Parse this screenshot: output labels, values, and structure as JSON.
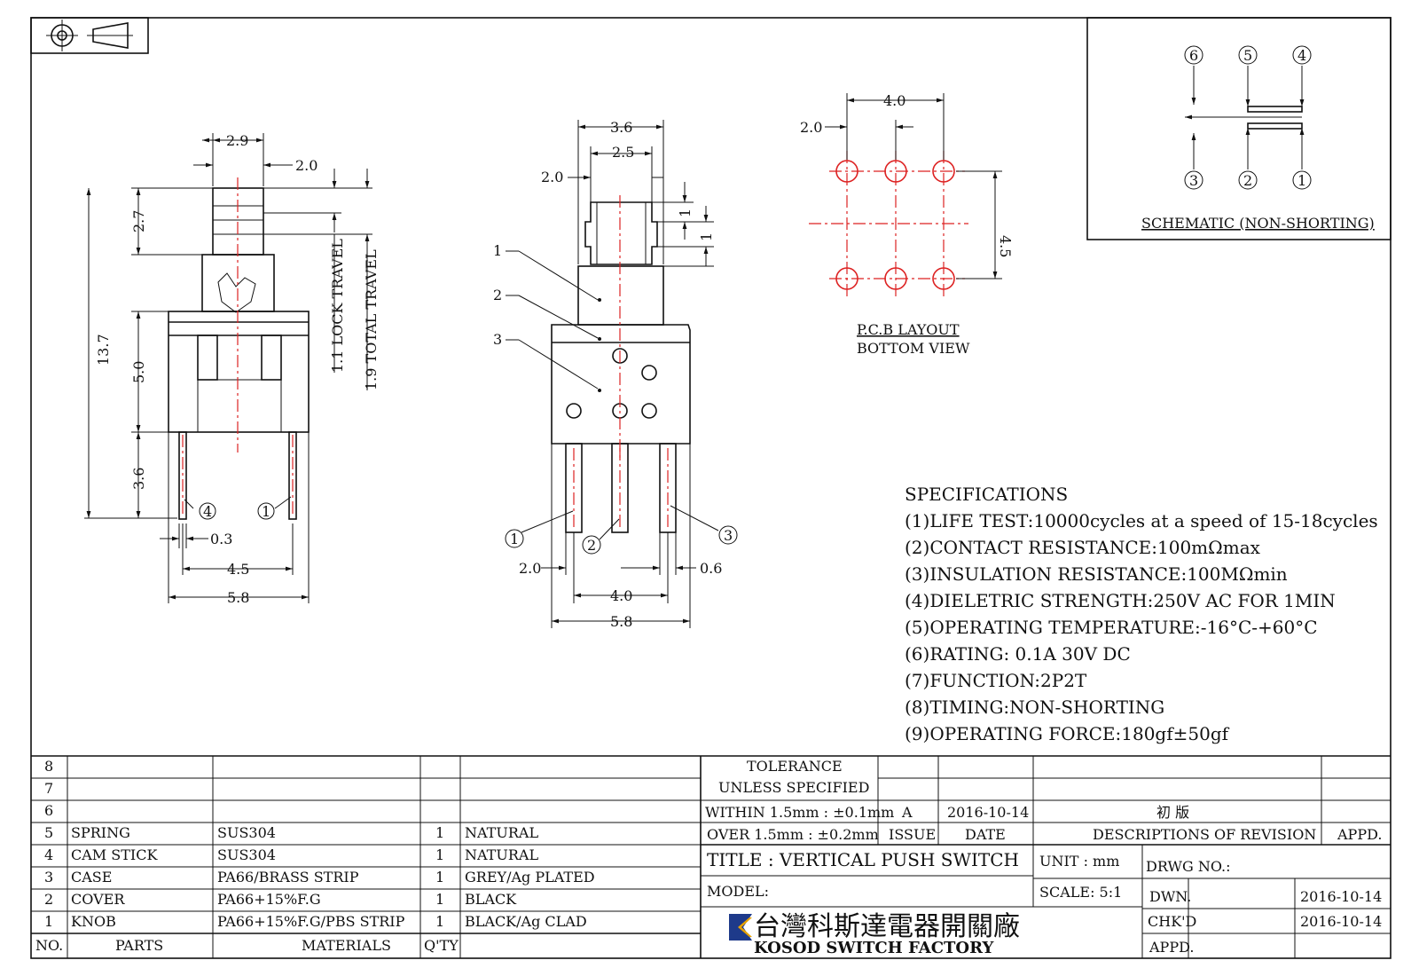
{
  "dims_side": {
    "d29": "2.9",
    "d20": "2.0",
    "d27": "2.7",
    "d137": "13.7",
    "d50": "5.0",
    "d36": "3.6",
    "d03": "0.3",
    "d45": "4.5",
    "d58": "5.8",
    "lock": "1.1 LOCK TRAVEL",
    "total": "1.9 TOTAL TRAVEL"
  },
  "dims_front": {
    "d36": "3.6",
    "d25": "2.5",
    "d20a": "2.0",
    "d1a": "1",
    "d1b": "1",
    "d20b": "2.0",
    "d40": "4.0",
    "d58": "5.8",
    "d06": "0.6",
    "leader1": "1",
    "leader2": "2",
    "leader3": "3"
  },
  "pin_labels": [
    "1",
    "2",
    "3",
    "4",
    "5",
    "6"
  ],
  "pcb": {
    "d40": "4.0",
    "d20": "2.0",
    "d45": "4.5",
    "title": "P.C.B LAYOUT",
    "subtitle": "BOTTOM VIEW"
  },
  "schematic": {
    "title": "SCHEMATIC (NON-SHORTING)"
  },
  "specs": {
    "title": "SPECIFICATIONS",
    "lines": [
      "(1)LIFE TEST:10000cycles at a speed of 15-18cycles",
      "(2)CONTACT RESISTANCE:100mΩmax",
      "(3)INSULATION RESISTANCE:100MΩmin",
      "(4)DIELETRIC STRENGTH:250V AC FOR 1MIN",
      "(5)OPERATING TEMPERATURE:-16°C-+60°C",
      "(6)RATING: 0.1A 30V DC",
      "(7)FUNCTION:2P2T",
      "(8)TIMING:NON-SHORTING",
      "(9)OPERATING FORCE:180gf±50gf"
    ]
  },
  "bom": {
    "rows": [
      {
        "no": "8",
        "part": "",
        "material": "",
        "qty": "",
        "finish": ""
      },
      {
        "no": "7",
        "part": "",
        "material": "",
        "qty": "",
        "finish": ""
      },
      {
        "no": "6",
        "part": "",
        "material": "",
        "qty": "",
        "finish": ""
      },
      {
        "no": "5",
        "part": "SPRING",
        "material": "SUS304",
        "qty": "1",
        "finish": "NATURAL"
      },
      {
        "no": "4",
        "part": "CAM STICK",
        "material": "SUS304",
        "qty": "1",
        "finish": "NATURAL"
      },
      {
        "no": "3",
        "part": "CASE",
        "material": "PA66/BRASS STRIP",
        "qty": "1",
        "finish": "GREY/Ag PLATED"
      },
      {
        "no": "2",
        "part": "COVER",
        "material": "PA66+15%F.G",
        "qty": "1",
        "finish": "BLACK"
      },
      {
        "no": "1",
        "part": "KNOB",
        "material": "PA66+15%F.G/PBS STRIP",
        "qty": "1",
        "finish": "BLACK/Ag CLAD"
      }
    ],
    "header": {
      "no": "NO.",
      "part": "PARTS",
      "material": "MATERIALS",
      "qty": "Q'TY"
    }
  },
  "title_block": {
    "tol1": "TOLERANCE",
    "tol2": "UNLESS SPECIFIED",
    "within": "WITHIN 1.5mm : ±0.1mm",
    "over": "OVER 1.5mm : ±0.2mm",
    "rev_issue": "A",
    "rev_date": "2016-10-14",
    "rev_desc": "初 版",
    "h_issue": "ISSUE",
    "h_date": "DATE",
    "h_desc": "DESCRIPTIONS OF REVISION",
    "h_appd": "APPD.",
    "title": "TITLE : VERTICAL PUSH SWITCH",
    "unit": "UNIT : mm",
    "model": "MODEL:",
    "scale": "SCALE: 5:1",
    "drwg": "DRWG NO.:",
    "dwn": "DWN.",
    "chkd": "CHK'D",
    "appd": "APPD.",
    "dwn_date": "2016-10-14",
    "chkd_date": "2016-10-14",
    "company_cn": "台灣科斯達電器開關廠",
    "company_en": "KOSOD SWITCH FACTORY"
  }
}
